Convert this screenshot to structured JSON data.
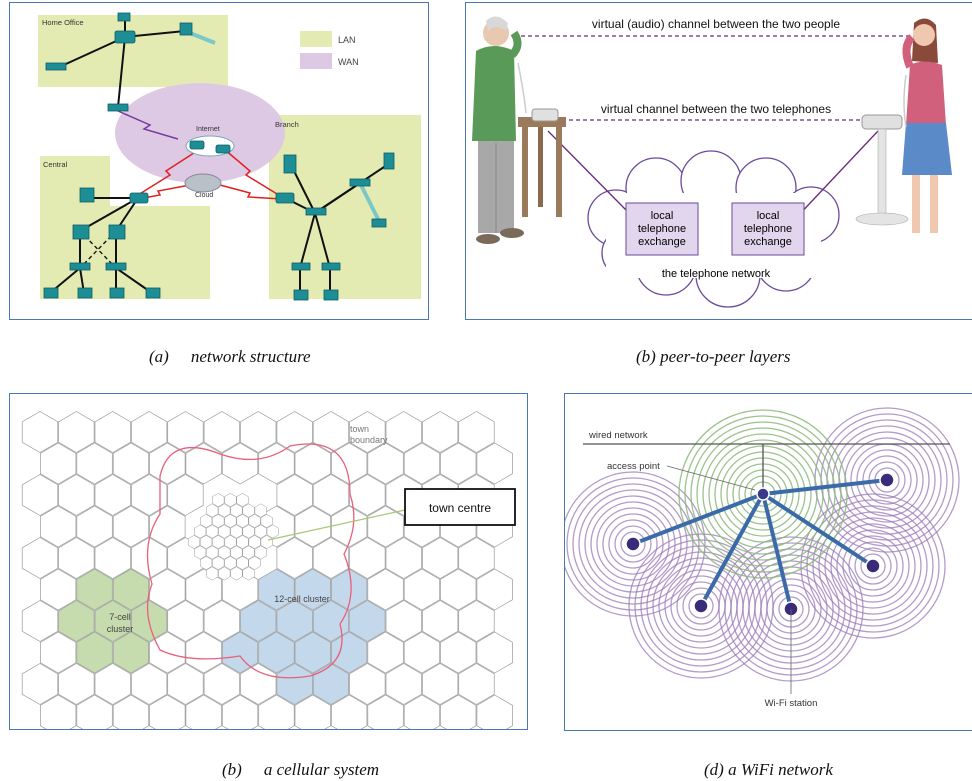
{
  "panels": {
    "a": {
      "caption_letter": "(a)",
      "caption_text": "network structure",
      "areas": {
        "home_office": "Home Office",
        "central": "Central",
        "branch": "Branch"
      },
      "legend": [
        {
          "label": "LAN",
          "color": "#e4ebb2"
        },
        {
          "label": "WAN",
          "color": "#ddc9e4"
        }
      ],
      "labels": {
        "internet": "Internet",
        "cloud": "Cloud"
      }
    },
    "b": {
      "caption": "(b)  peer-to-peer layers",
      "virtual_audio": "virtual (audio) channel between the two people",
      "virtual_phones": "virtual channel between the two telephones",
      "exchange_left": [
        "local",
        "telephone",
        "exchange"
      ],
      "exchange_right": [
        "local",
        "telephone",
        "exchange"
      ],
      "network": "the telephone network"
    },
    "c": {
      "caption_letter": "(b)",
      "caption_text": "a cellular system",
      "town_boundary": [
        "town",
        "boundary"
      ],
      "town_centre": "town centre",
      "cluster7": [
        "7-cell",
        "cluster"
      ],
      "cluster12": "12-cell cluster",
      "colors": {
        "cluster7": "#c6dcae",
        "cluster12": "#c4d8ec",
        "boundary": "#e8607c"
      }
    },
    "d": {
      "caption": "(d) a WiFi network",
      "wired": "wired network",
      "access_point": "access point",
      "station": "Wi-Fi station"
    }
  }
}
